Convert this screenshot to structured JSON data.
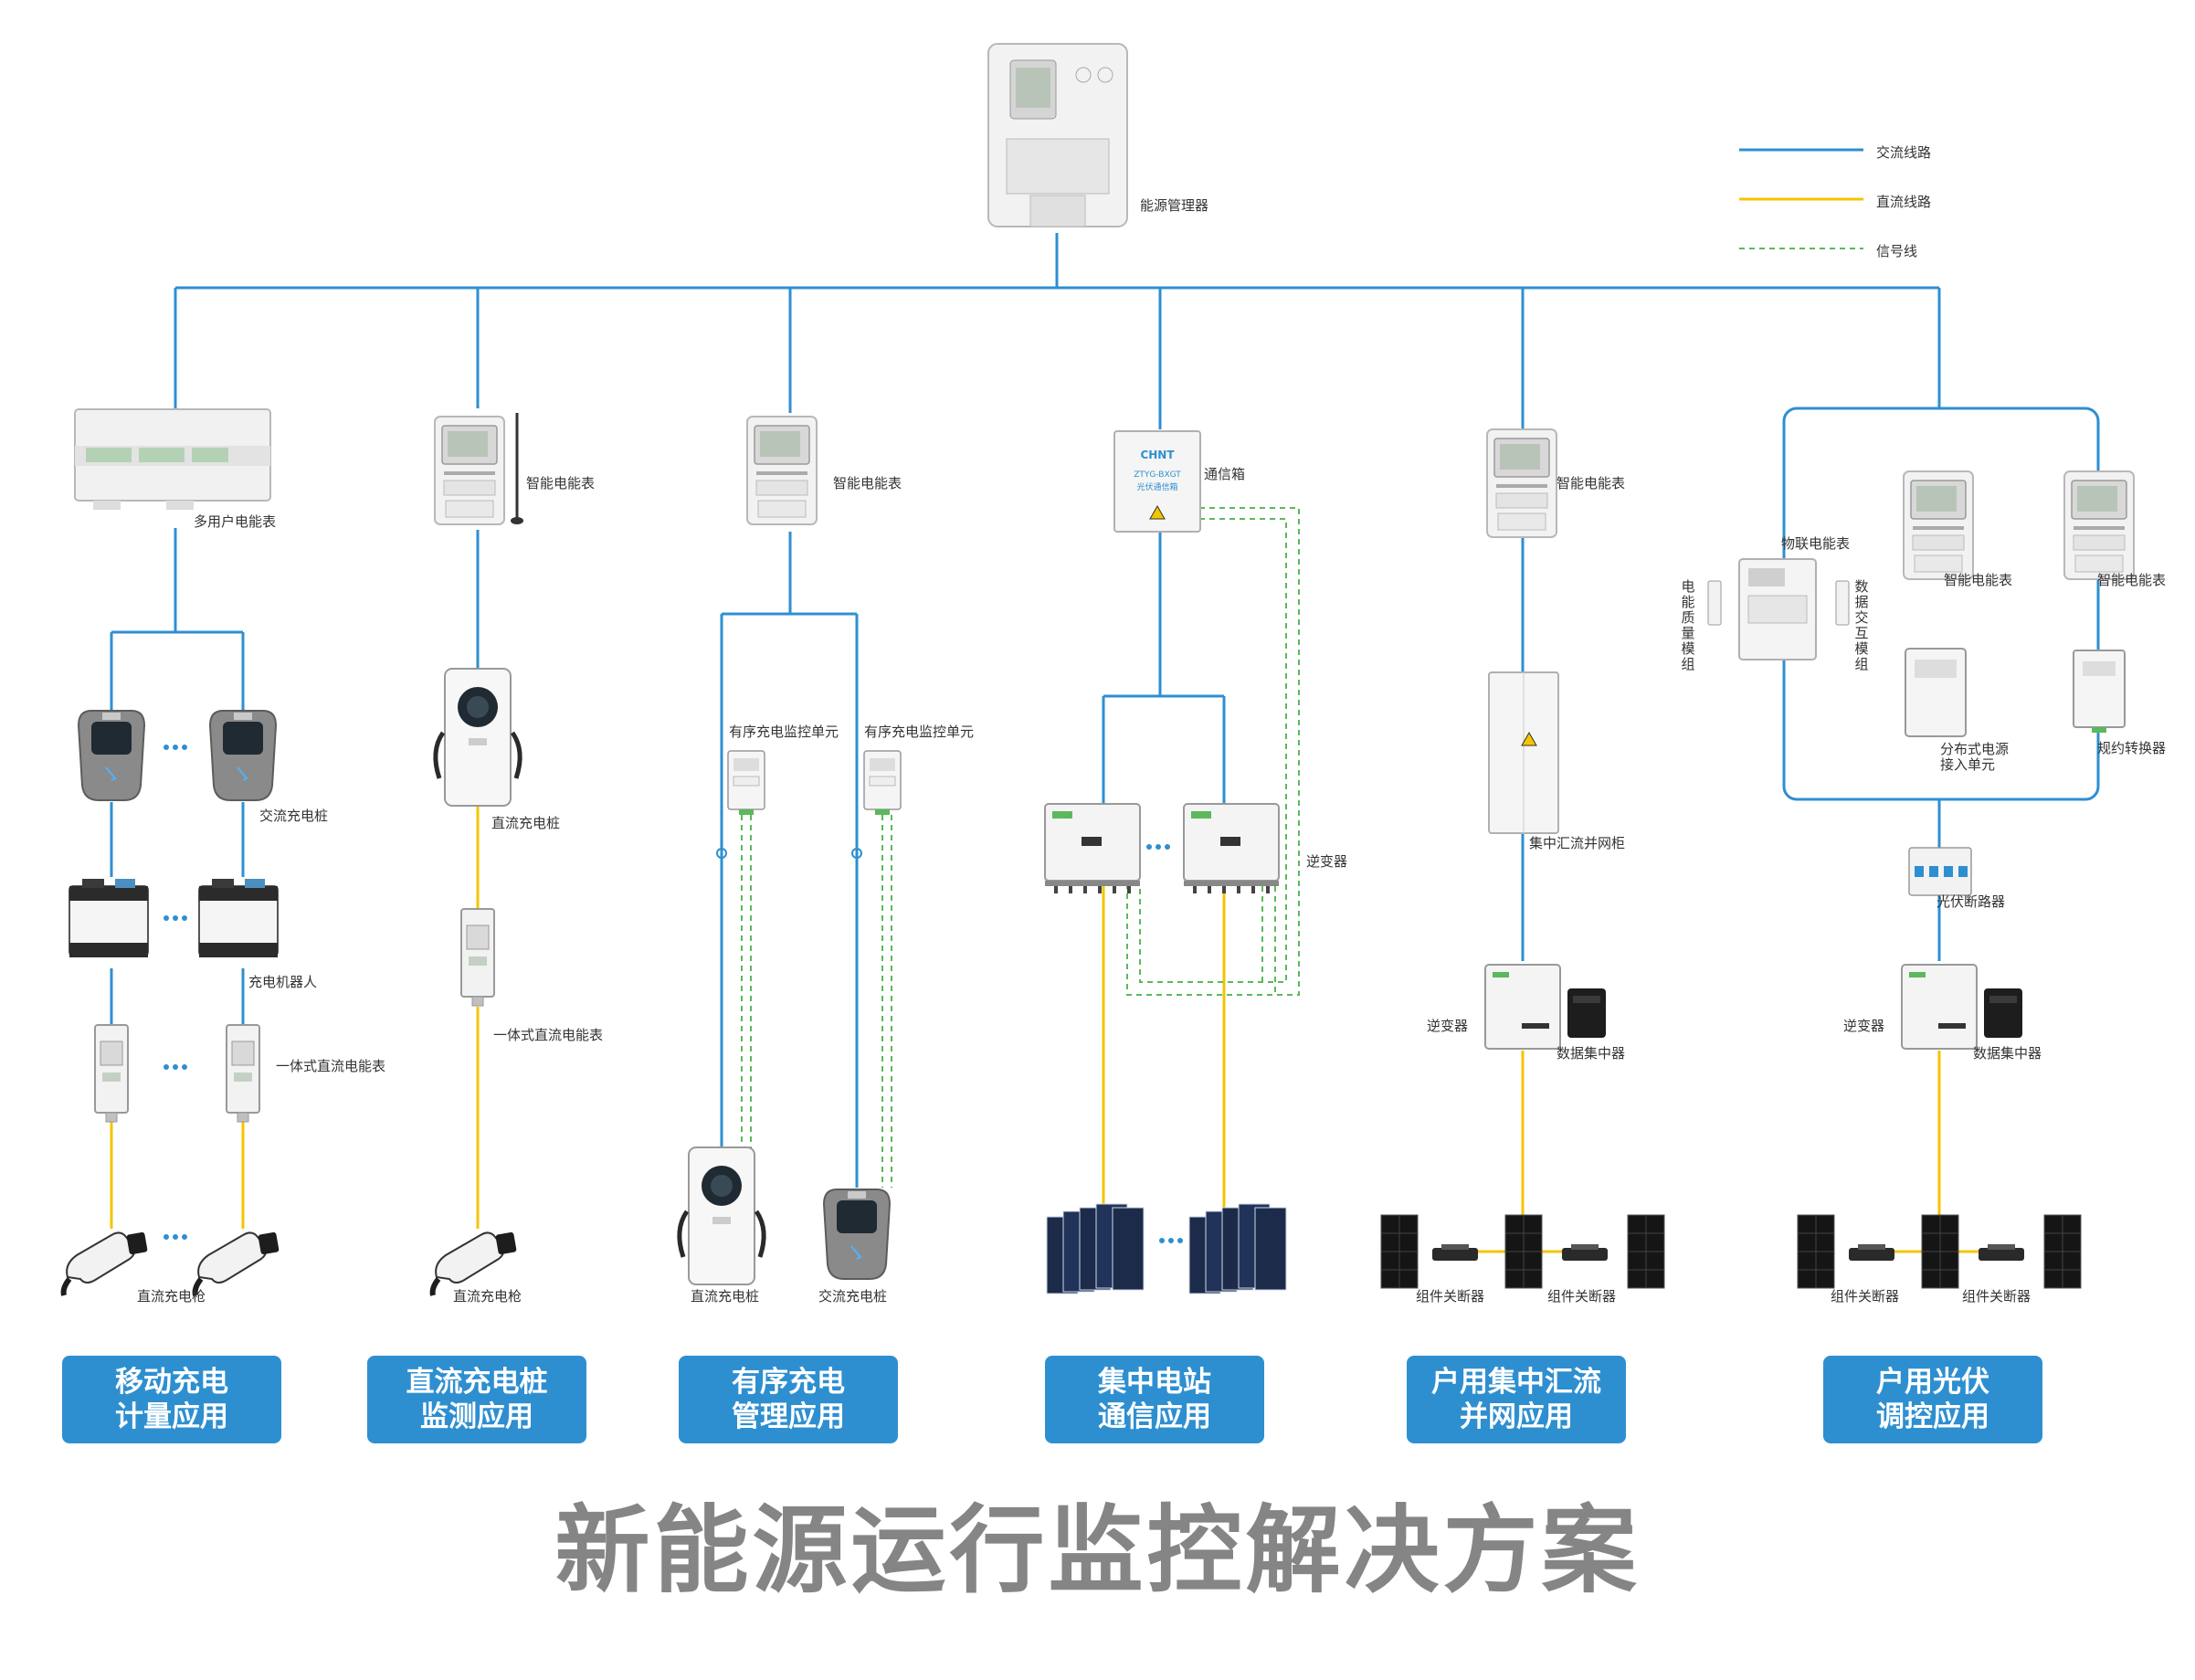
{
  "title": "新能源运行监控解决方案",
  "colors": {
    "ac": "#2e8fd0",
    "dc": "#f5c400",
    "signal": "#5cb85c",
    "button": "#2e8fd0",
    "title": "#858585"
  },
  "legend": {
    "ac": "交流线路",
    "dc": "直流线路",
    "signal": "信号线"
  },
  "top": {
    "energy_manager": "能源管理器"
  },
  "col1": {
    "multi_meter": "多用户电能表",
    "ac_pile": "交流充电桩",
    "robot": "充电机器人",
    "dc_meter": "一体式直流电能表",
    "gun": "直流充电枪",
    "app": [
      "移动充电",
      "计量应用"
    ]
  },
  "col2": {
    "smart_meter": "智能电能表",
    "dc_pile": "直流充电桩",
    "dc_meter": "一体式直流电能表",
    "gun": "直流充电枪",
    "app": [
      "直流充电桩",
      "监测应用"
    ]
  },
  "col3": {
    "smart_meter": "智能电能表",
    "unit_a": "有序充电监控单元",
    "unit_b": "有序充电监控单元",
    "dc_pile": "直流充电桩",
    "ac_pile": "交流充电桩",
    "app": [
      "有序充电",
      "管理应用"
    ]
  },
  "col4": {
    "comm_box": "通信箱",
    "comm_box_brand": "CHNT",
    "comm_box_model": "ZTYG-BXGT",
    "comm_box_text": "光伏通信箱",
    "inverter": "逆变器",
    "app": [
      "集中电站",
      "通信应用"
    ]
  },
  "col5": {
    "smart_meter": "智能电能表",
    "cabinet": "集中汇流并网柜",
    "inverter": "逆变器",
    "concentrator": "数据集中器",
    "breaker_a": "组件关断器",
    "breaker_b": "组件关断器",
    "app": [
      "户用集中汇流",
      "并网应用"
    ]
  },
  "col6": {
    "iot_meter": "物联电能表",
    "pq_module": "电能质量模组",
    "data_module": "数据交互模组",
    "smart_meter_a": "智能电能表",
    "smart_meter_b": "智能电能表",
    "dist_unit": "分布式电源接入单元",
    "converter": "规约转换器",
    "pv_breaker": "光伏断路器",
    "inverter": "逆变器",
    "concentrator": "数据集中器",
    "breaker_a": "组件关断器",
    "breaker_b": "组件关断器",
    "app": [
      "户用光伏",
      "调控应用"
    ]
  }
}
